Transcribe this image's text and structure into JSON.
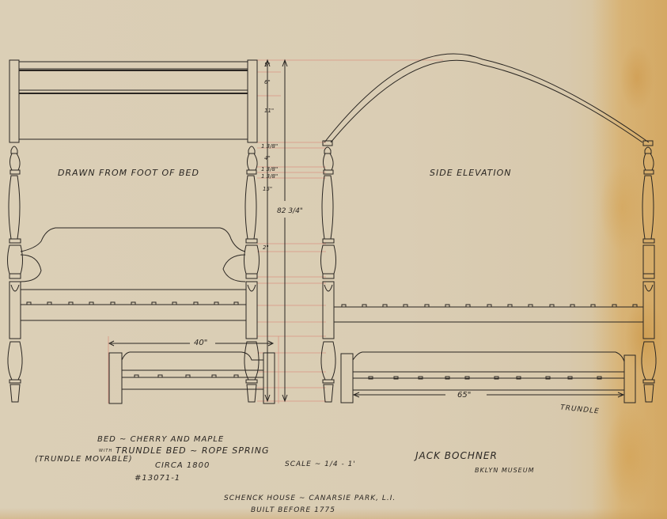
{
  "views": {
    "front_title": "DRAWN FROM FOOT OF BED",
    "side_title": "SIDE ELEVATION",
    "trundle_label": "TRUNDLE"
  },
  "dimensions": {
    "vertical_segments": [
      "5\"",
      "6\"",
      "11\"",
      "1 3/8\"",
      "4\"",
      "1 3/8\"",
      "1 3/8\"",
      "15\"",
      "2\""
    ],
    "overall_height": "82 3/4\"",
    "trundle_width": "40\"",
    "trundle_length": "65\""
  },
  "title_block": {
    "line1": "BED ~ CHERRY AND MAPLE",
    "line2_prefix": "WITH",
    "line2": "TRUNDLE BED ~ ROPE SPRING",
    "note": "(TRUNDLE MOVABLE)",
    "date": "CIRCA 1800",
    "catalog_number": "#13071-1",
    "scale": "SCALE ~ 1/4 - 1'",
    "artist": "JACK BOCHNER",
    "source": "BKLYN MUSEUM",
    "location": "SCHENCK HOUSE ~ CANARSIE PARK, L.I.",
    "built": "BUILT BEFORE 1775"
  },
  "colors": {
    "paper": "#dacdb4",
    "ink": "#2a2622",
    "red_guide": "#d98a7a",
    "stain": "#d2a060"
  }
}
